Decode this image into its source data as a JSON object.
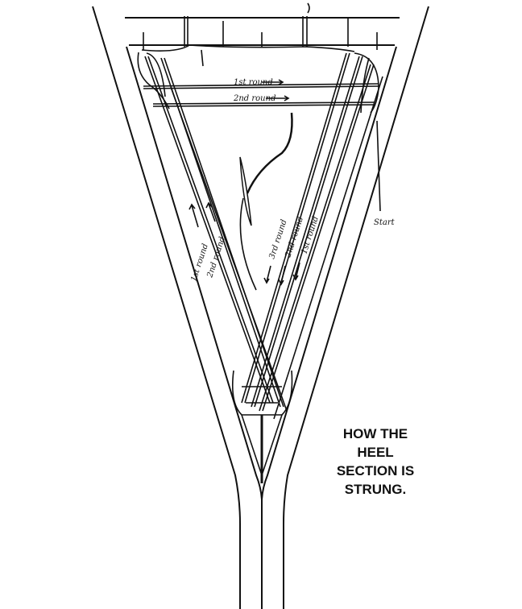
{
  "labels": {
    "top_first": "1st round",
    "top_second": "2nd round",
    "left_first": "1st round",
    "left_second": "2nd round",
    "right_third": "3rd round",
    "right_second": "2nd round",
    "right_first": "1st round",
    "start": "Start"
  },
  "caption": [
    "HOW THE",
    "HEEL",
    "SECTION IS",
    "STRUNG."
  ],
  "colors": {
    "ink": "#111111",
    "paper": "#ffffff"
  }
}
